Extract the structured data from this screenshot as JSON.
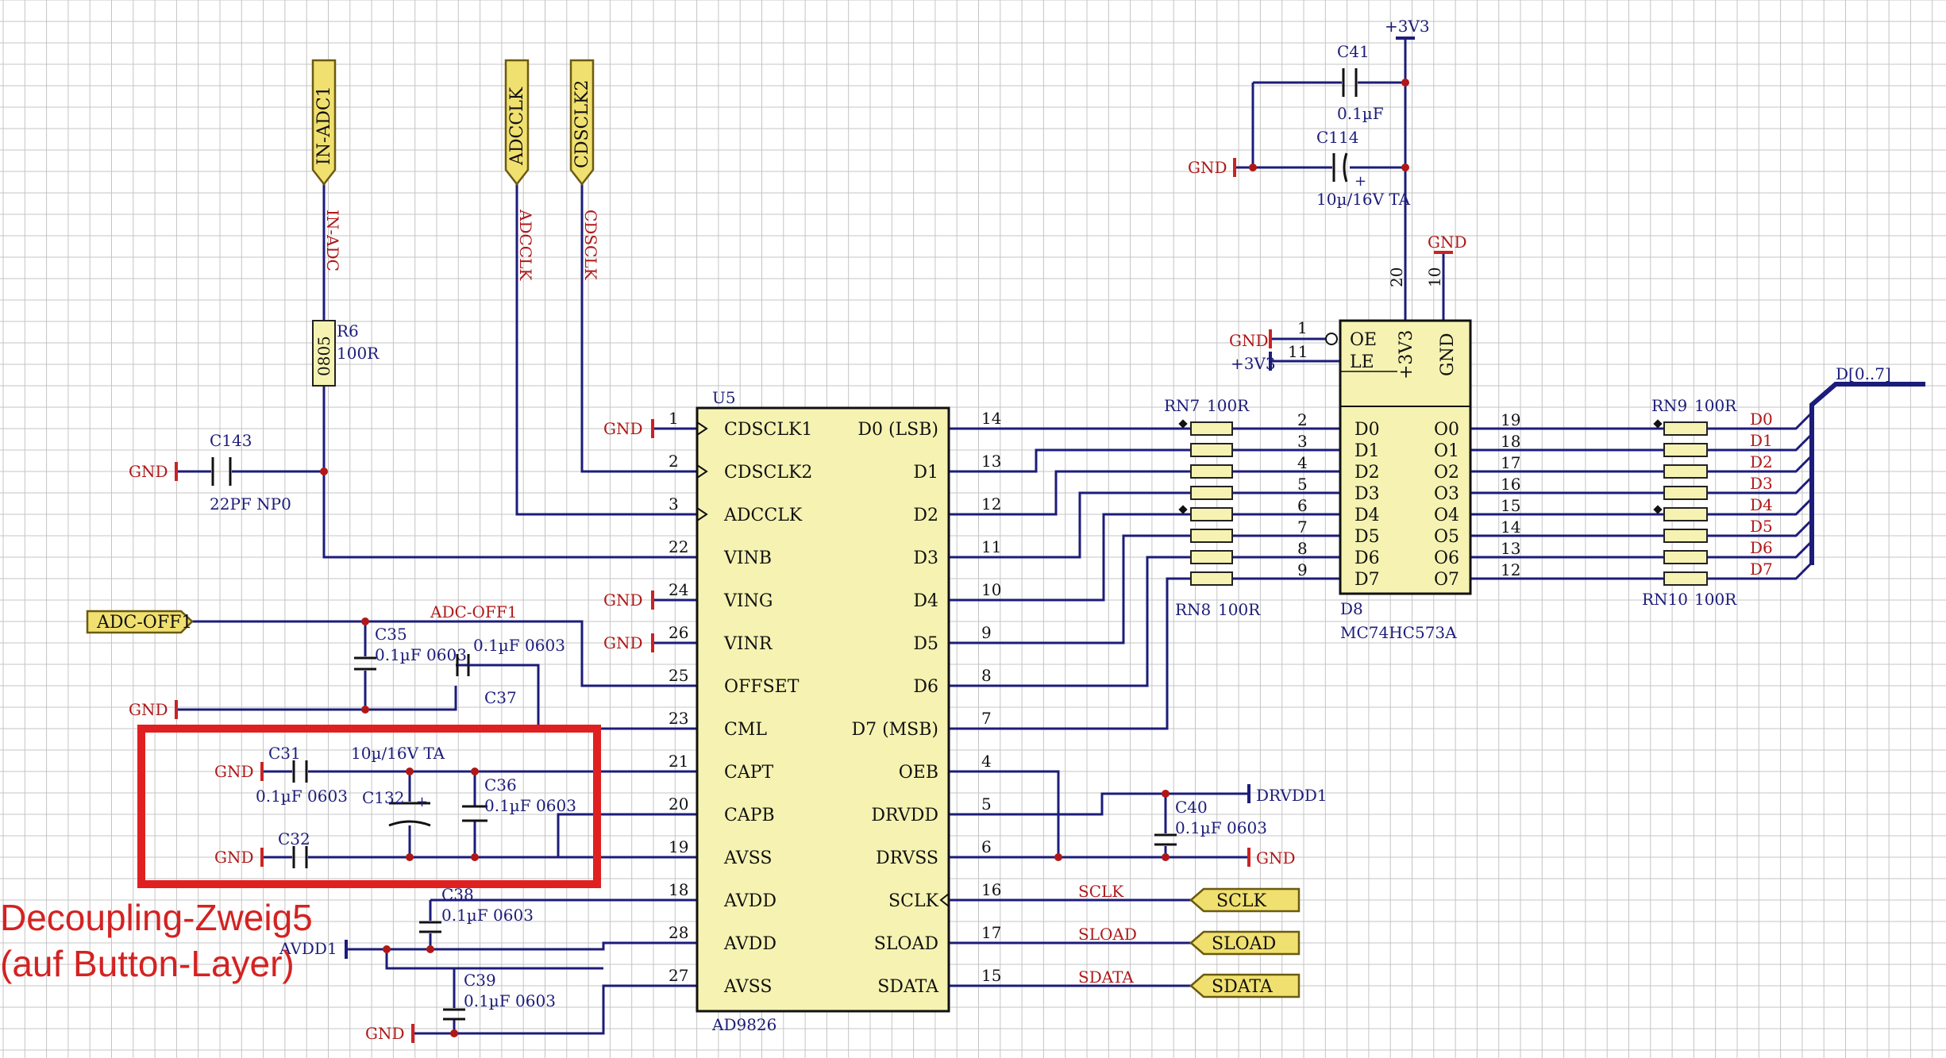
{
  "chip_u5": {
    "designator": "U5",
    "part": "AD9826",
    "left_pins": [
      {
        "num": "1",
        "name": "CDSCLK1"
      },
      {
        "num": "2",
        "name": "CDSCLK2"
      },
      {
        "num": "3",
        "name": "ADCCLK"
      },
      {
        "num": "22",
        "name": "VINB"
      },
      {
        "num": "24",
        "name": "VING"
      },
      {
        "num": "26",
        "name": "VINR"
      },
      {
        "num": "25",
        "name": "OFFSET"
      },
      {
        "num": "23",
        "name": "CML"
      },
      {
        "num": "21",
        "name": "CAPT"
      },
      {
        "num": "20",
        "name": "CAPB"
      },
      {
        "num": "19",
        "name": "AVSS"
      },
      {
        "num": "18",
        "name": "AVDD"
      },
      {
        "num": "28",
        "name": "AVDD"
      },
      {
        "num": "27",
        "name": "AVSS"
      }
    ],
    "right_pins": [
      {
        "num": "14",
        "name": "D0 (LSB)"
      },
      {
        "num": "13",
        "name": "D1"
      },
      {
        "num": "12",
        "name": "D2"
      },
      {
        "num": "11",
        "name": "D3"
      },
      {
        "num": "10",
        "name": "D4"
      },
      {
        "num": "9",
        "name": "D5"
      },
      {
        "num": "8",
        "name": "D6"
      },
      {
        "num": "7",
        "name": "D7 (MSB)"
      },
      {
        "num": "4",
        "name": "OEB"
      },
      {
        "num": "5",
        "name": "DRVDD"
      },
      {
        "num": "6",
        "name": "DRVSS"
      },
      {
        "num": "16",
        "name": "SCLK"
      },
      {
        "num": "17",
        "name": "SLOAD"
      },
      {
        "num": "15",
        "name": "SDATA"
      }
    ]
  },
  "chip_d8": {
    "designator": "D8",
    "part": "MC74HC573A",
    "top_pins": {
      "oe": "OE",
      "le": "LE",
      "vcc": "+3V3",
      "gnd": "GND",
      "vcc_num": "20",
      "gnd_num": "10",
      "oe_num": "1",
      "le_num": "11"
    },
    "inputs": [
      {
        "num": "2",
        "name": "D0"
      },
      {
        "num": "3",
        "name": "D1"
      },
      {
        "num": "4",
        "name": "D2"
      },
      {
        "num": "5",
        "name": "D3"
      },
      {
        "num": "6",
        "name": "D4"
      },
      {
        "num": "7",
        "name": "D5"
      },
      {
        "num": "8",
        "name": "D6"
      },
      {
        "num": "9",
        "name": "D7"
      }
    ],
    "outputs": [
      {
        "num": "19",
        "name": "O0"
      },
      {
        "num": "18",
        "name": "O1"
      },
      {
        "num": "17",
        "name": "O2"
      },
      {
        "num": "16",
        "name": "O3"
      },
      {
        "num": "15",
        "name": "O4"
      },
      {
        "num": "14",
        "name": "O5"
      },
      {
        "num": "13",
        "name": "O6"
      },
      {
        "num": "12",
        "name": "O7"
      }
    ]
  },
  "resistor_networks": {
    "rn7": "RN7",
    "rn7_value": "100R",
    "rn8": "RN8",
    "rn8_value": "100R",
    "rn9": "RN9",
    "rn9_value": "100R",
    "rn10": "RN10",
    "rn10_value": "100R"
  },
  "data_bus": {
    "name": "D[0..7]",
    "lines": [
      "D0",
      "D1",
      "D2",
      "D3",
      "D4",
      "D5",
      "D6",
      "D7"
    ]
  },
  "flags": {
    "in_adc1": "IN-ADC1",
    "adcclk": "ADCCLK",
    "cdsclk2": "CDSCLK2",
    "adc_off1": "ADC-OFF1",
    "sclk": "SCLK",
    "sload": "SLOAD",
    "sdata": "SDATA"
  },
  "net_labels": {
    "in_adc": "IN-ADC",
    "adcclk": "ADCCLK",
    "cdsclk": "CDSCLK",
    "adc_off1": "ADC-OFF1",
    "sclk": "SCLK",
    "sload": "SLOAD",
    "sdata": "SDATA",
    "drvdd1": "DRVDD1",
    "avdd1": "AVDD1",
    "vcc_top": "+3V3",
    "vcc_le": "+3V3"
  },
  "components": {
    "r6": "R6",
    "r6_value": "100R",
    "r6_pkg": "0805",
    "c143": "C143",
    "c143_value": "22PF NP0",
    "c41": "C41",
    "c41_value": "0.1µF",
    "c114": "C114",
    "c114_value": "10µ/16V TA",
    "c35": "C35",
    "c35_value": "0.1µF 0603",
    "c37": "C37",
    "c37_value": "0.1µF 0603",
    "c31": "C31",
    "c31_value": "0.1µF 0603",
    "c32": "C32",
    "c132": "C132",
    "c132_value": "10µ/16V TA",
    "c36": "C36",
    "c36_value": "0.1µF 0603",
    "c38": "C38",
    "c38_value": "0.1µF 0603",
    "c39": "C39",
    "c39_value": "0.1µF 0603",
    "c40": "C40",
    "c40_value": "0.1µF 0603"
  },
  "gnd_label": "GND",
  "annotation": {
    "line1": "Decoupling-Zweig5",
    "line2": "(auf Button-Layer)"
  }
}
